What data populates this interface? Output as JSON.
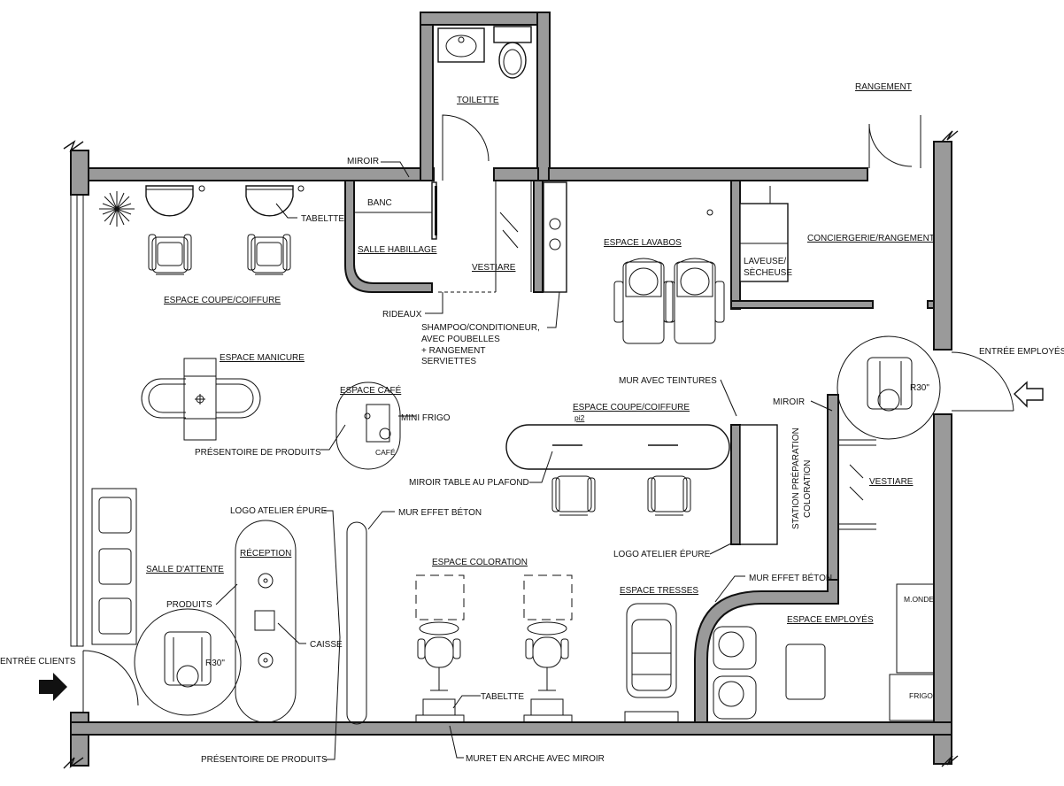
{
  "rooms": {
    "toilette": "TOILETTE",
    "rangement": "RANGEMENT",
    "espace_lavabos": "ESPACE LAVABOS",
    "conciergerie": "CONCIERGERIE/RANGEMENT",
    "espace_coupe_coiffure": "ESPACE COUPE/COIFFURE",
    "espace_manicure": "ESPACE MANICURE",
    "espace_cafe": "ESPACE CAFÉ",
    "espace_coupe_coiffure_2": "ESPACE COUPE/COIFFURE",
    "espace_coupe_coiffure_2_sub": "pi2",
    "salle_attente": "SALLE D'ATTENTE",
    "reception": "RÉCEPTION",
    "espace_coloration": "ESPACE COLORATION",
    "espace_tresses": "ESPACE TRESSES",
    "espace_employes": "ESPACE EMPLOYÉS",
    "salle_habillage": "SALLE HABILLAGE",
    "vestiare_1": "VESTIARE",
    "vestiare_2": "VESTIARE",
    "station_line1": "STATION PRÉPARATION",
    "station_line2": "COLORATION"
  },
  "labels": {
    "miroir_top": "MIROIR",
    "banc": "BANC",
    "tabelette_top": "TABELTTE",
    "rideaux": "RIDEAUX",
    "shampoo_1": "SHAMPOO/CONDITIONEUR,",
    "shampoo_2": "AVEC POUBELLES",
    "shampoo_3": "+ RANGEMENT",
    "shampoo_4": "SERVIETTES",
    "laveuse_1": "LAVEUSE/",
    "laveuse_2": "SÈCHEUSE",
    "entree_employes": "ENTRÉE EMPLOYÉS",
    "miroir_right": "MIROIR",
    "mur_teintures": "MUR AVEC TEINTURES",
    "mini_frigo": "MINI FRIGO",
    "cafe": "CAFÉ",
    "presentoire_top": "PRÉSENTOIRE DE PRODUITS",
    "miroir_table": "MIROIR TABLE AU PLAFOND",
    "logo_left": "LOGO ATELIER ÉPURE",
    "mur_beton_left": "MUR EFFET BÉTON",
    "logo_right": "LOGO ATELIER ÉPURE",
    "mur_beton_right": "MUR EFFET BÉTON",
    "produits": "PRODUITS",
    "caisse": "CAISSE",
    "entree_clients": "ENTRÉE CLIENTS",
    "tabelette_bottom": "TABELTTE",
    "presentoire_bottom": "PRÉSENTOIRE DE PRODUITS",
    "muret": "MURET EN ARCHE AVEC MIROIR",
    "m_onde": "M.ONDE",
    "frigo": "FRIGO",
    "r30_left": "R30\"",
    "r30_right": "R30\""
  }
}
